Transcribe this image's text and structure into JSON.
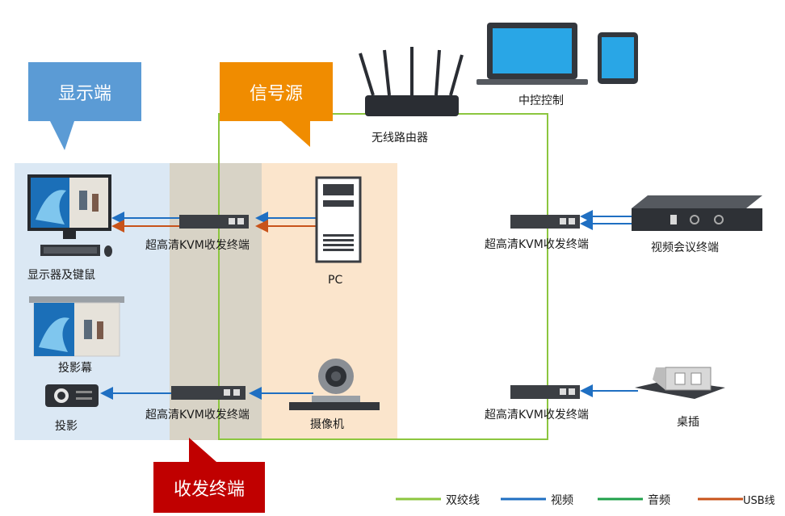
{
  "callouts": {
    "display": "显示端",
    "source": "信号源",
    "transceiver": "收发终端"
  },
  "devices": {
    "router": "无线路由器",
    "central_control": "中控控制",
    "monitor_kb": "显示器及键鼠",
    "screen": "投影幕",
    "projector": "投影",
    "pc": "PC",
    "camera": "摄像机",
    "video_conf": "视频会议终端",
    "desk_socket": "桌插",
    "kvm_1": "超高清KVM收发终端",
    "kvm_2": "超高清KVM收发终端",
    "kvm_3": "超高清KVM收发终端",
    "kvm_4": "超高清KVM收发终端"
  },
  "legend": [
    {
      "label": "双绞线",
      "color": "#8cc63f"
    },
    {
      "label": "视频",
      "color": "#1f6fc2"
    },
    {
      "label": "音频",
      "color": "#20a04a"
    },
    {
      "label": "USB线",
      "color": "#c8531a"
    }
  ],
  "colors": {
    "display_callout": "#5b9bd5",
    "source_callout": "#f08c00",
    "transceiver_callout": "#c00000",
    "display_zone": "#dbe8f4",
    "transceiver_zone": "#d8d3c6",
    "source_zone": "#fbe5cc"
  }
}
